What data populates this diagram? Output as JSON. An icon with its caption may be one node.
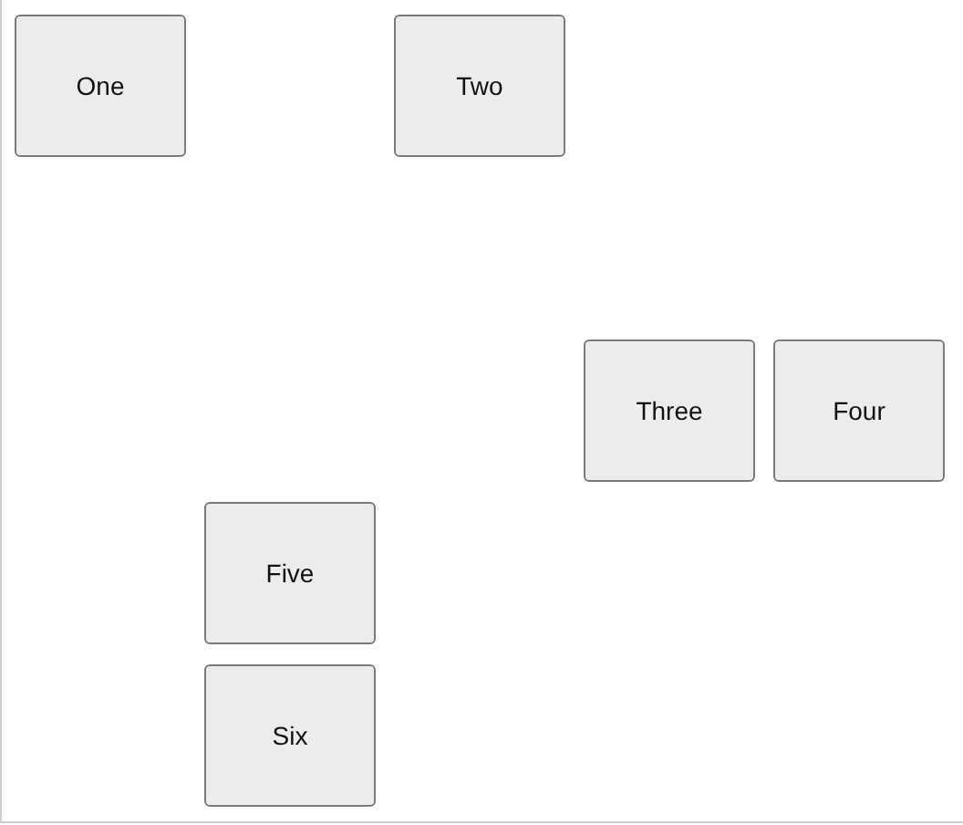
{
  "diagram": {
    "nodes": [
      {
        "text": [
          "One"
        ]
      },
      {
        "text": [
          "Two"
        ]
      },
      {
        "text": [
          "Three"
        ]
      },
      {
        "text": [
          "Four"
        ]
      },
      {
        "text": [
          "Five"
        ]
      },
      {
        "text": [
          "Six"
        ]
      }
    ]
  }
}
